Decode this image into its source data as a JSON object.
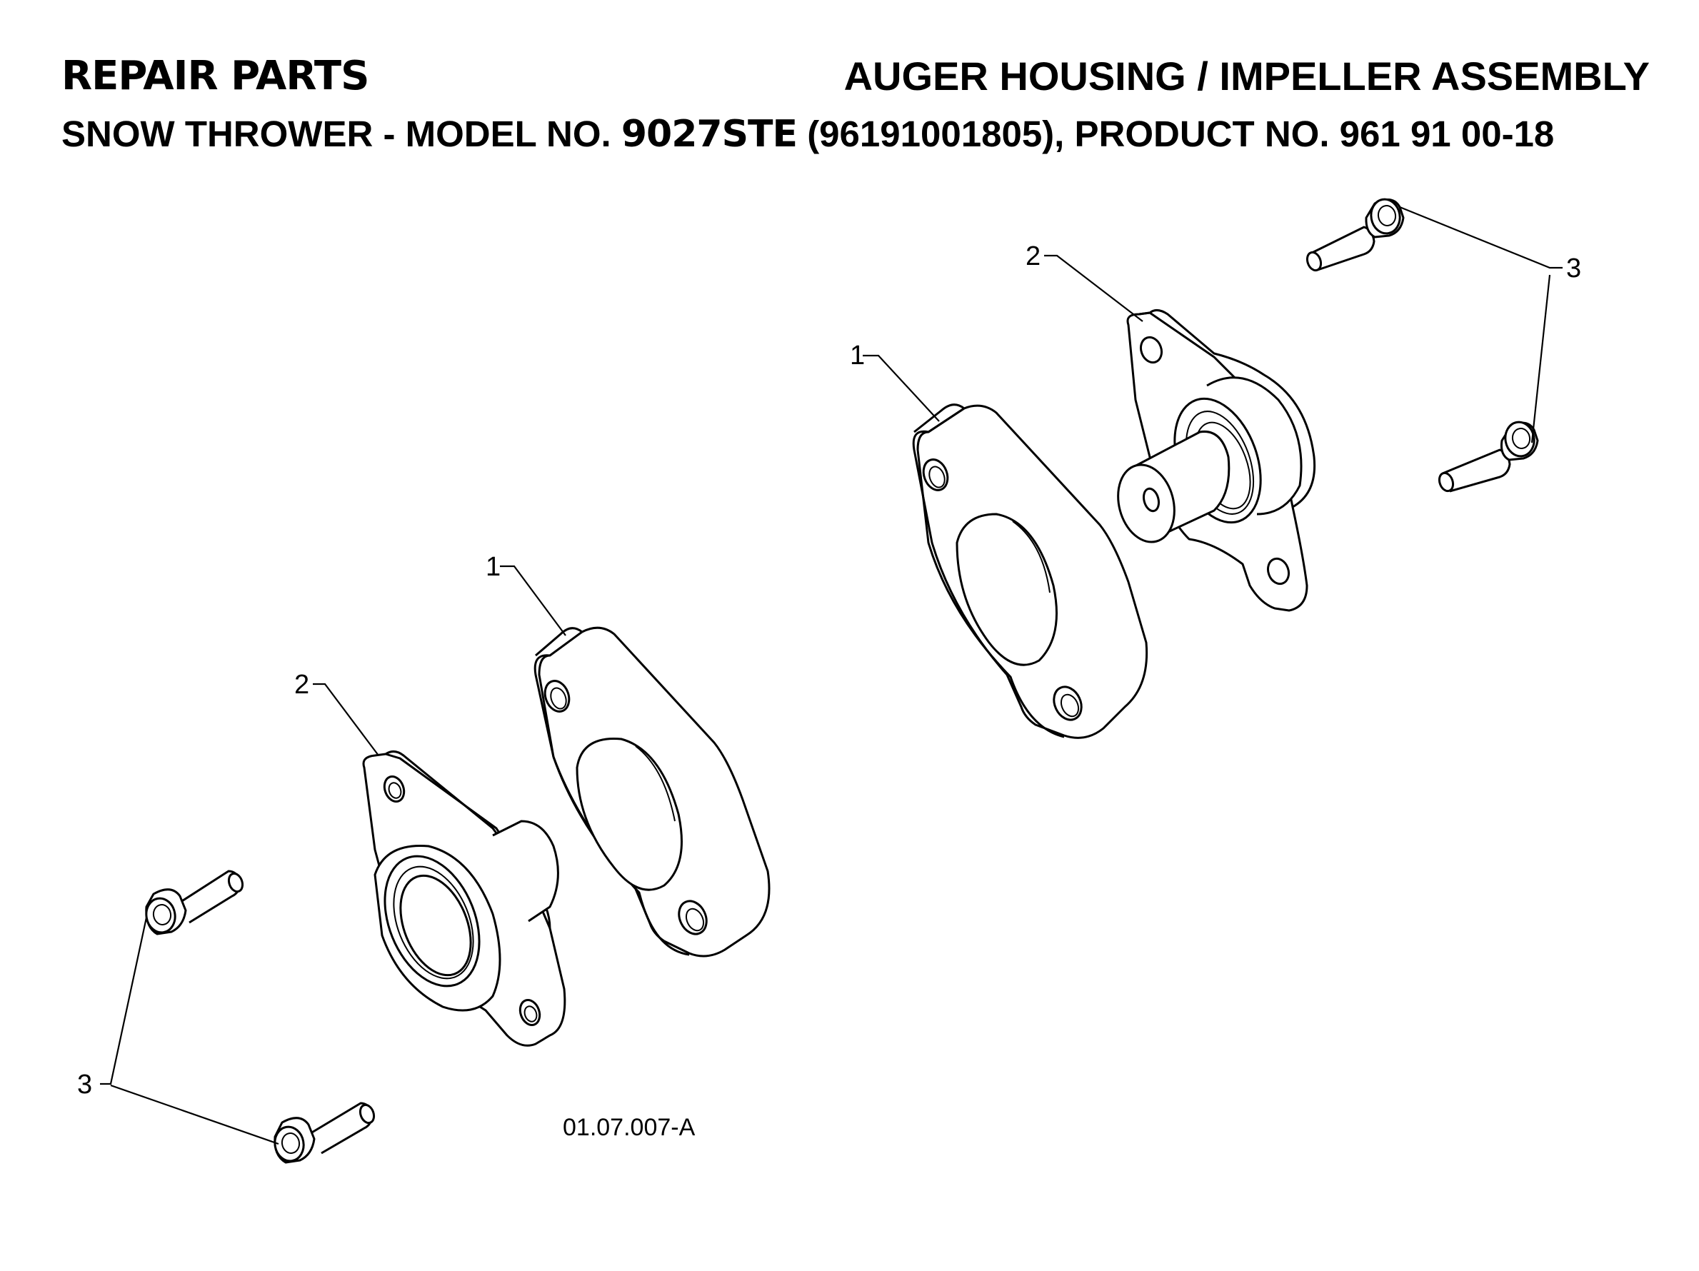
{
  "header": {
    "left_title": "REPAIR PARTS",
    "right_title": "AUGER HOUSING / IMPELLER ASSEMBLY",
    "subtitle_prefix": "SNOW THROWER - MODEL NO. ",
    "model": "9027STE",
    "subtitle_suffix": " (96191001805), PRODUCT NO. 961 91 00-18"
  },
  "callouts": {
    "spacer_left": "1",
    "spacer_right": "1",
    "bearing_left": "2",
    "bearing_right": "2",
    "bolts_left": "3",
    "bolts_right": "3"
  },
  "drawing_code": "01.07.007-A"
}
